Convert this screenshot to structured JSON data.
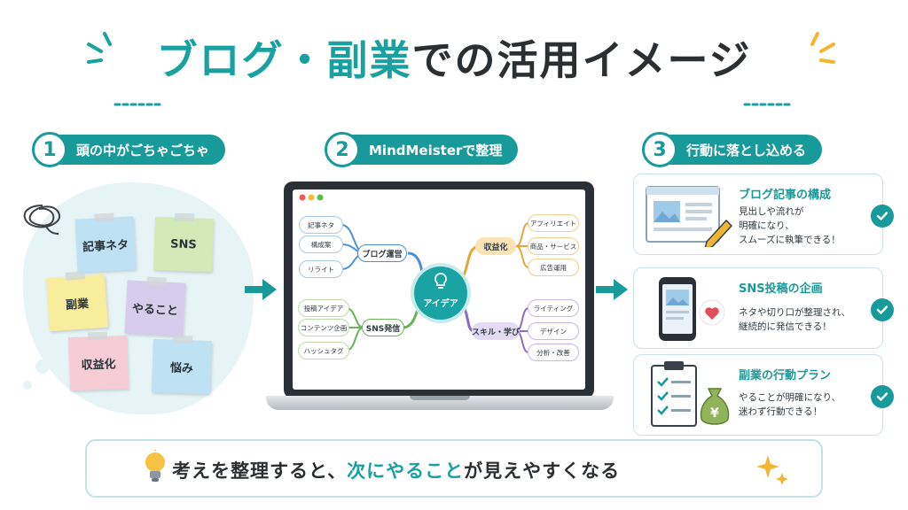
{
  "title": {
    "part1": "ブログ・副業",
    "part2": "での活用イメージ"
  },
  "steps": [
    {
      "num": "1",
      "label": "頭の中がごちゃごちゃ"
    },
    {
      "num": "2",
      "label": "MindMeisterで整理"
    },
    {
      "num": "3",
      "label": "行動に落とし込める"
    }
  ],
  "notes": [
    "記事ネタ",
    "SNS",
    "副業",
    "やること",
    "収益化",
    "悩み"
  ],
  "mindmap": {
    "center": "アイデア",
    "blog": {
      "label": "ブログ運営",
      "children": [
        "記事ネタ",
        "構成案",
        "リライト"
      ]
    },
    "sns": {
      "label": "SNS発信",
      "children": [
        "投稿アイデア",
        "コンテンツ企画",
        "ハッシュタグ"
      ]
    },
    "income": {
      "label": "収益化",
      "children": [
        "アフィリエイト",
        "商品・サービス",
        "広告運用"
      ]
    },
    "skill": {
      "label": "スキル・学び",
      "children": [
        "ライティング",
        "デザイン",
        "分析・改善"
      ]
    }
  },
  "cards": [
    {
      "title": "ブログ記事の構成",
      "lines": [
        "見出しや流れが",
        "明確になり、",
        "スムーズに執筆できる！"
      ],
      "icon": "document-pencil-icon"
    },
    {
      "title": "SNS投稿の企画",
      "lines": [
        "ネタや切り口が整理され、",
        "継続的に発信できる！"
      ],
      "icon": "smartphone-heart-icon"
    },
    {
      "title": "副業の行動プラン",
      "lines": [
        "やることが明確になり、",
        "迷わず行動できる！"
      ],
      "icon": "checklist-moneybag-icon"
    }
  ],
  "banner": {
    "part1": "考えを整理すると、",
    "part2": "次にやること",
    "part3": "が見えやすくなる"
  },
  "colors": {
    "teal": "#189a9a",
    "blogBranch": "#4a90d9",
    "snsBranch": "#6bb25a",
    "incomeBranch": "#e2a63a",
    "skillBranch": "#8a6bc7",
    "note_blue": "#bfe1f4",
    "note_green": "#d3eab8",
    "note_yellow": "#f8ed9c",
    "note_purple": "#d8ccec",
    "note_pink": "#f6cdd7"
  }
}
